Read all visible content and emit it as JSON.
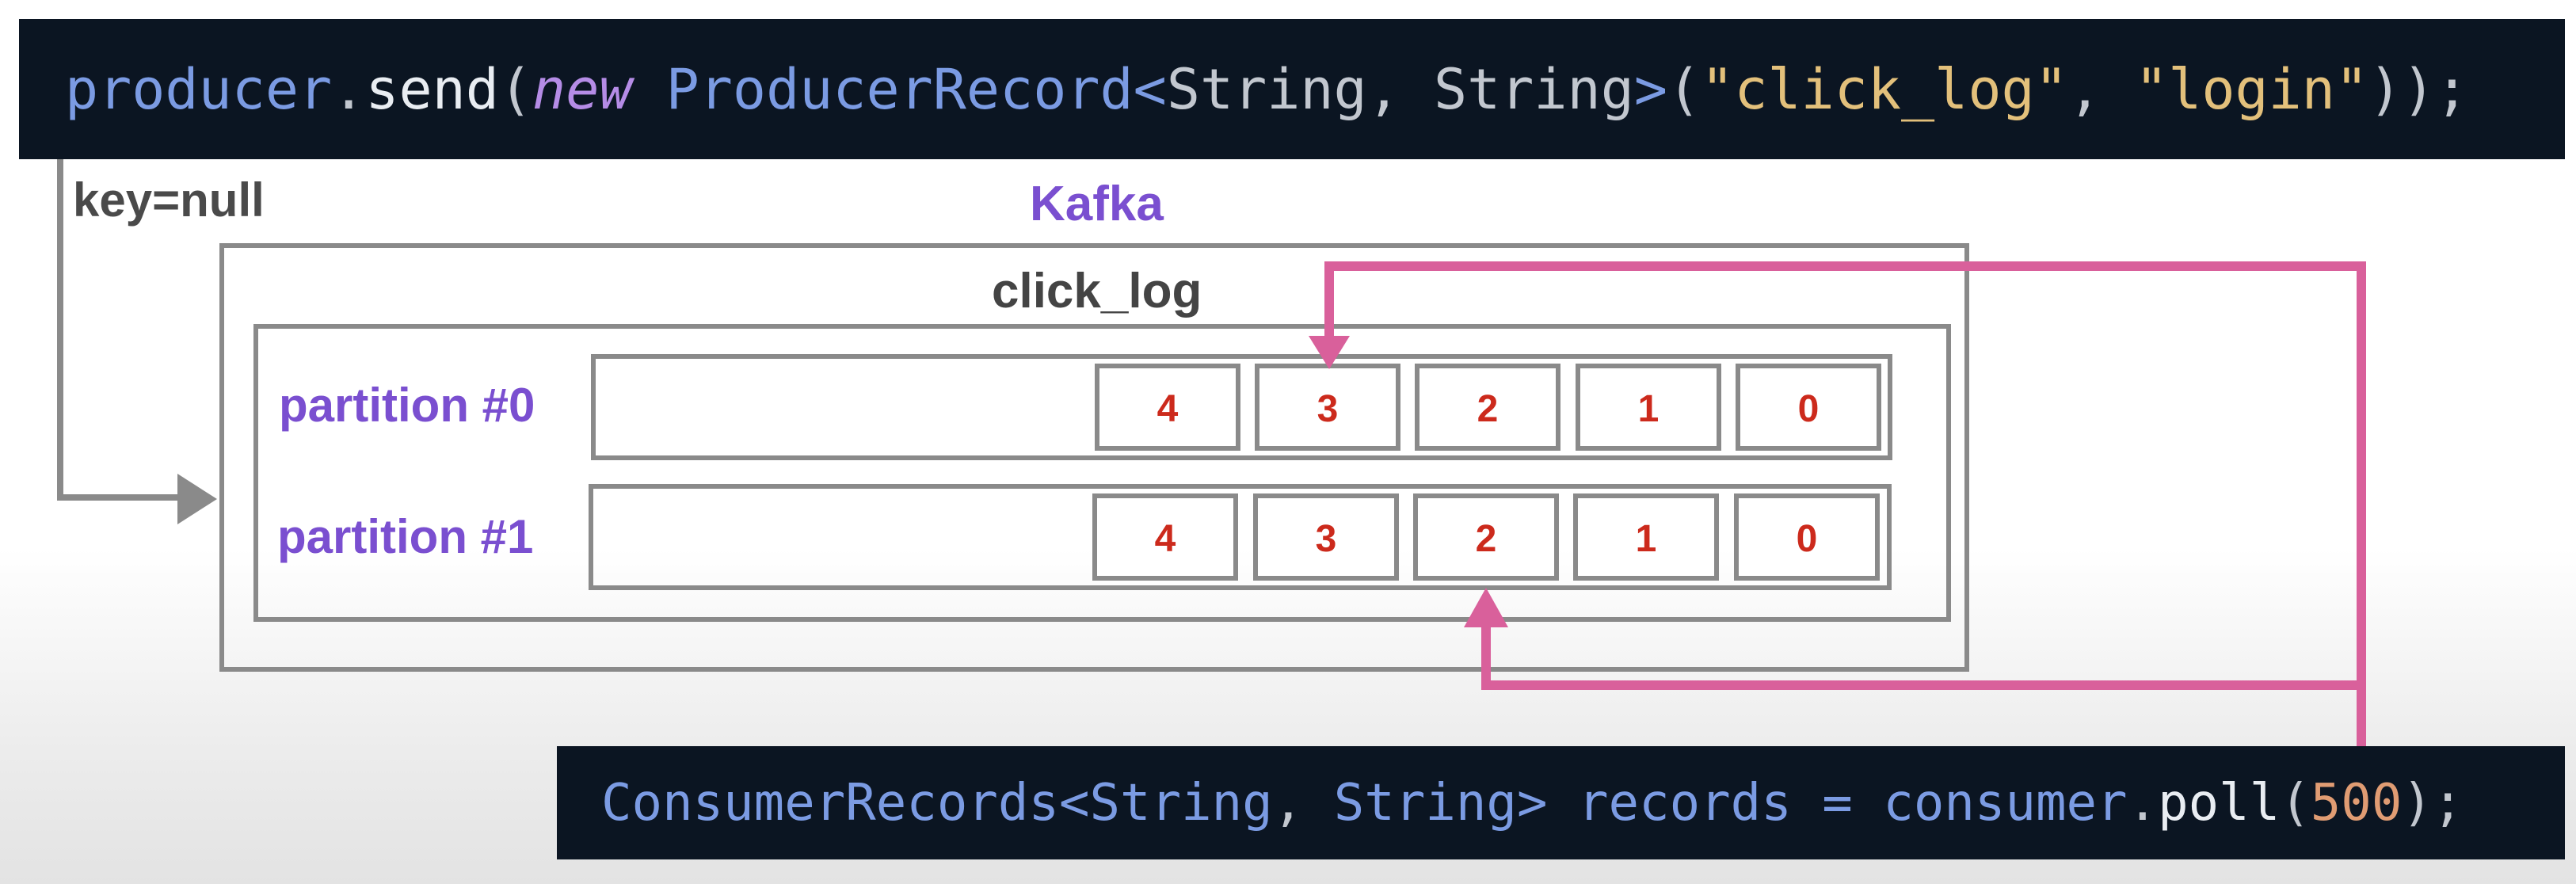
{
  "producer_code": {
    "obj": "producer",
    "dot": ".",
    "method": "send",
    "open_paren": "(",
    "keyword_new": "new",
    "class_name": "ProducerRecord",
    "lt": "<",
    "type1": "String",
    "comma": ", ",
    "type2": "String",
    "gt": ">",
    "args_open": "(",
    "arg_topic": "\"click_log\"",
    "arg_sep": ", ",
    "arg_value": "\"login\"",
    "end": "));"
  },
  "consumer_code": {
    "class_name": "ConsumerRecords",
    "lt": "<",
    "type1": "String",
    "comma": ", ",
    "type2": "String",
    "gt": ">",
    "var": " records ",
    "eq": "=",
    "obj": " consumer",
    "dot": ".",
    "method": "poll",
    "open_paren": "(",
    "arg": "500",
    "end": ");"
  },
  "key_label": "key=null",
  "cluster_label": "Kafka",
  "topic_label": "click_log",
  "partitions": [
    {
      "label": "partition #0",
      "offsets": [
        "4",
        "3",
        "2",
        "1",
        "0"
      ]
    },
    {
      "label": "partition #1",
      "offsets": [
        "4",
        "3",
        "2",
        "1",
        "0"
      ]
    }
  ],
  "colors": {
    "code_background": "#0b1522",
    "partition_label": "#7a4fd0",
    "offset_text": "#cc2a1c",
    "poll_arrow": "#d9609b",
    "produce_arrow": "#8a8a8a",
    "box_stroke": "#8a8a8a"
  }
}
